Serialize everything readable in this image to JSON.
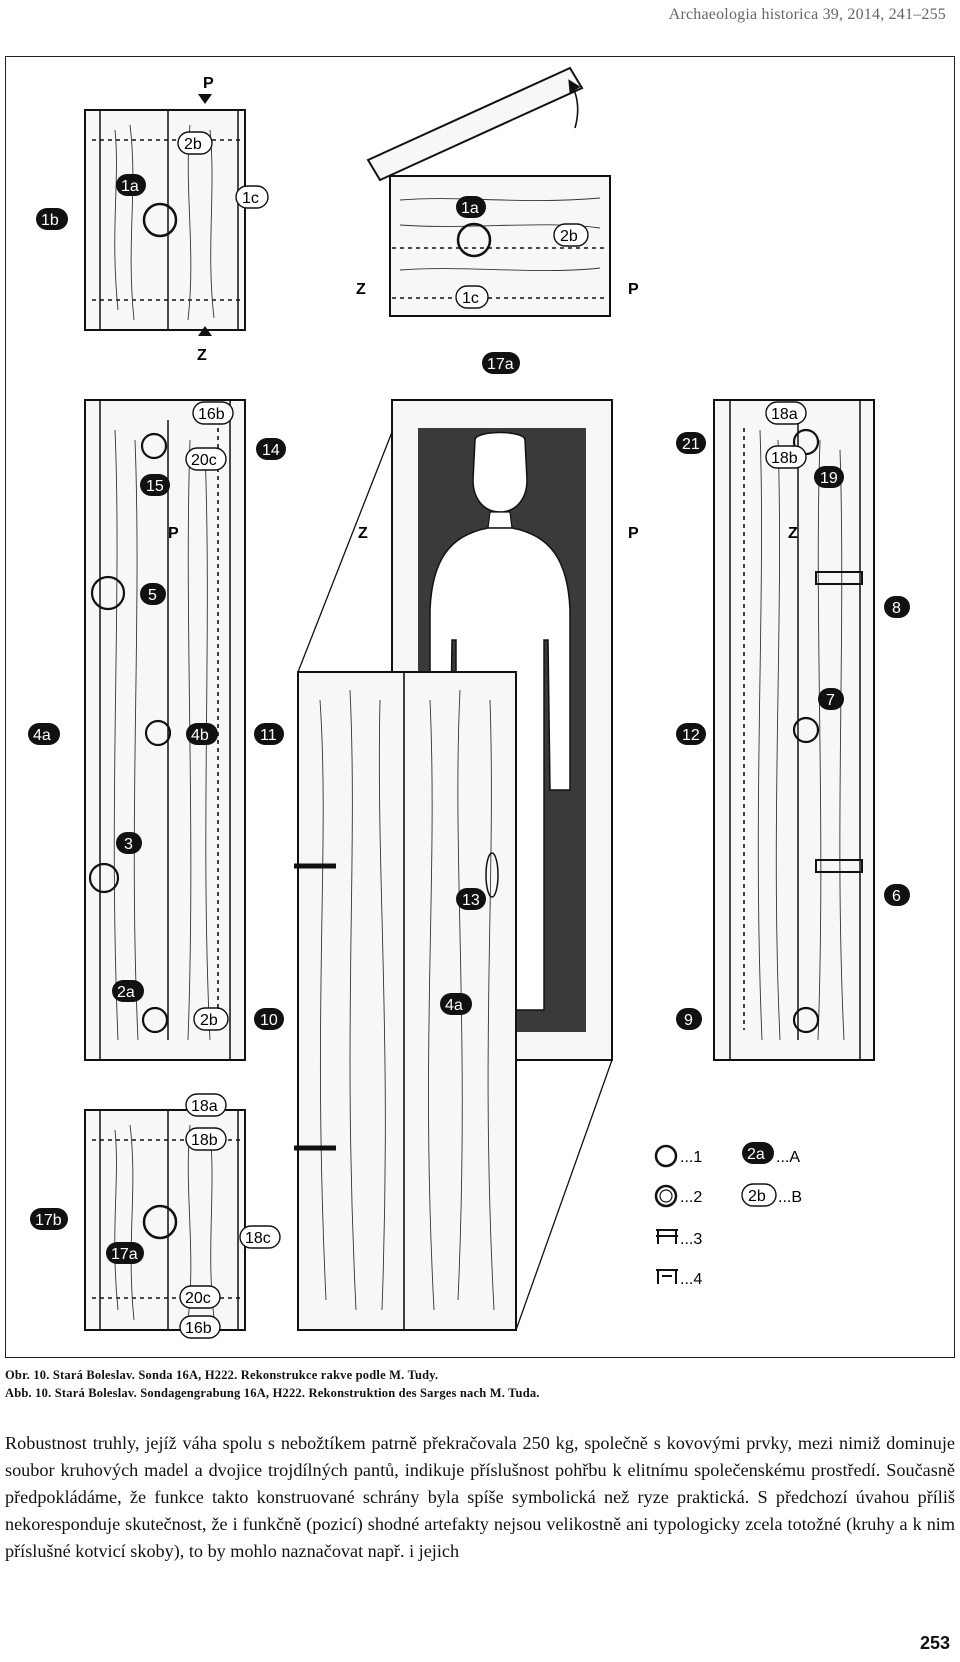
{
  "header": {
    "running_title": "Archaeologia historica 39, 2014, 241–255"
  },
  "figure": {
    "labels": {
      "P": "P",
      "Z": "Z",
      "l1a": "1a",
      "l1b": "1b",
      "l1c": "1c",
      "l2a": "2a",
      "l2b": "2b",
      "l3": "3",
      "l4a": "4a",
      "l4b": "4b",
      "l5": "5",
      "l6": "6",
      "l7": "7",
      "l8": "8",
      "l9": "9",
      "l10": "10",
      "l11": "11",
      "l12": "12",
      "l13": "13",
      "l14": "14",
      "l15": "15",
      "l16b": "16b",
      "l17a": "17a",
      "l17b": "17b",
      "l18a": "18a",
      "l18b": "18b",
      "l18c": "18c",
      "l19": "19",
      "l20c": "20c",
      "l21": "21"
    },
    "legend": {
      "item1": "...1",
      "item2": "...2",
      "item3": "...3",
      "item4": "...4",
      "itemA": "...A",
      "itemB": "...B",
      "tagA": "2a",
      "tagB": "2b"
    }
  },
  "caption": {
    "line1": "Obr. 10. Stará Boleslav. Sonda 16A, H222. Rekonstrukce rakve podle M. Tudy.",
    "line2": "Abb. 10. Stará Boleslav. Sondagengrabung 16A, H222. Rekonstruktion des Sarges nach M. Tuda."
  },
  "body_text": "Robustnost truhly, jejíž váha spolu s nebožtíkem patrně překračovala 250 kg, společně s kovovými prvky, mezi nimiž dominuje soubor kruhových madel a dvojice trojdílných pantů, indikuje příslušnost pohřbu k elitnímu společenskému prostředí. Současně předpokládáme, že funkce takto konstruované schrány byla spíše symbolická než ryze praktická. S předchozí úvahou příliš nekoresponduje skutečnost, že i funkčně (pozicí) shodné artefakty nejsou velikostně ani typologicky zcela totožné (kruhy a k nim příslušné kotvicí skoby), to by mohlo naznačovat např. i jejich",
  "page_number": "253"
}
